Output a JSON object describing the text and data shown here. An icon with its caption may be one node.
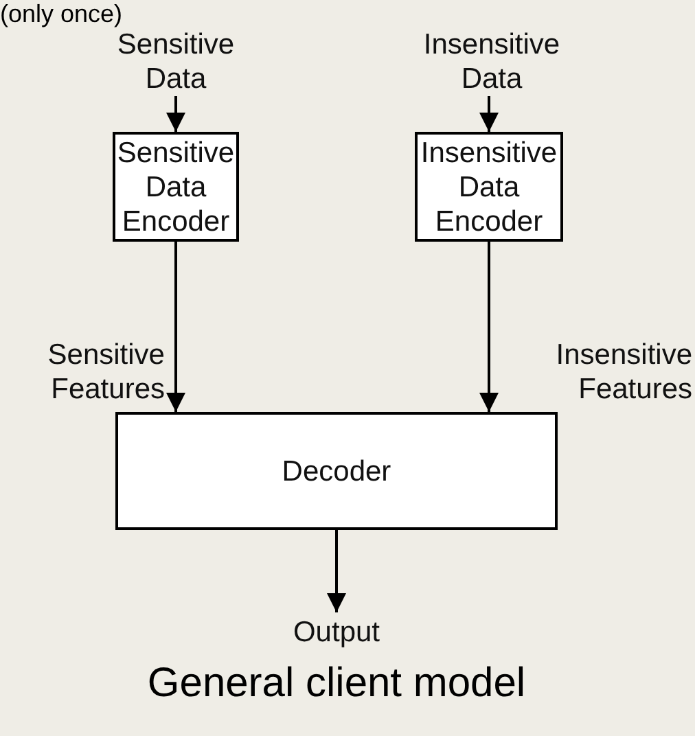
{
  "diagram": {
    "caption": "General client model",
    "nodes": [
      {
        "text": [
          "Sensitive Data"
        ]
      },
      {
        "text": [
          "Insensitive Data"
        ]
      },
      {
        "text": [
          "Sensitive Data Encoder"
        ]
      },
      {
        "text": [
          "Insensitive Data Encoder"
        ]
      },
      {
        "text": [
          "Decoder"
        ]
      },
      {
        "text": [
          "Output"
        ]
      }
    ],
    "edges": [
      {
        "from": 0,
        "to": 2,
        "arrow": "to"
      },
      {
        "from": 1,
        "to": 3,
        "arrow": "to"
      },
      {
        "from": 2,
        "to": 4,
        "arrow": "to",
        "label": "Sensitive Features"
      },
      {
        "from": 3,
        "to": 4,
        "arrow": "to",
        "label": "Insensitive Features"
      },
      {
        "from": 4,
        "to": 5,
        "arrow": "to"
      }
    ],
    "labels": [
      "(only once)"
    ]
  }
}
